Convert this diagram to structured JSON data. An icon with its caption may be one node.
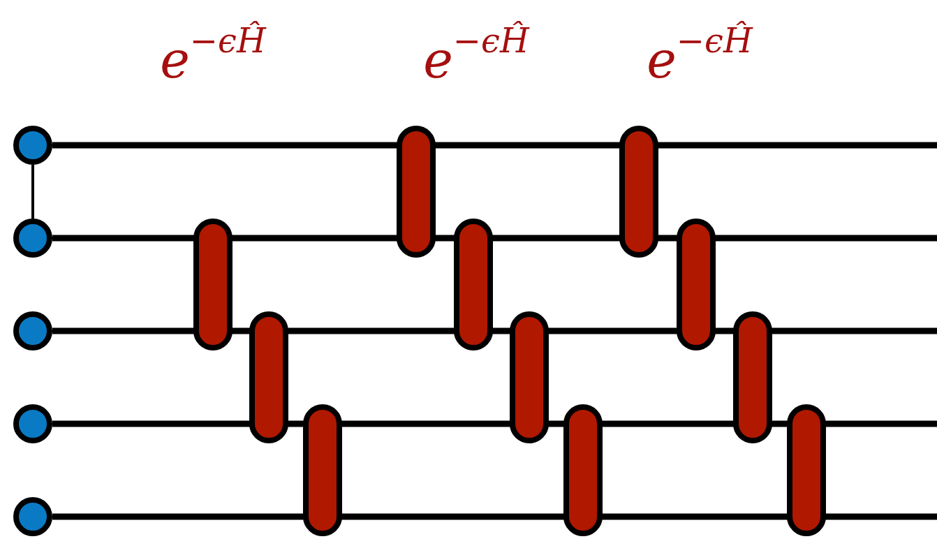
{
  "diagram": {
    "nodes": [
      {
        "text": [],
        "shape": "circle"
      },
      {
        "text": [],
        "shape": "circle"
      },
      {
        "text": [],
        "shape": "circle"
      },
      {
        "text": [],
        "shape": "circle"
      },
      {
        "text": [],
        "shape": "circle"
      },
      {
        "text": [],
        "shape": "bar"
      },
      {
        "text": [],
        "shape": "bar"
      },
      {
        "text": [],
        "shape": "bar"
      },
      {
        "text": [],
        "shape": "bar"
      },
      {
        "text": [],
        "shape": "bar"
      },
      {
        "text": [],
        "shape": "bar"
      },
      {
        "text": [],
        "shape": "bar"
      },
      {
        "text": [],
        "shape": "bar"
      },
      {
        "text": [],
        "shape": "bar"
      },
      {
        "text": [],
        "shape": "bar"
      },
      {
        "text": [],
        "shape": "bar"
      }
    ],
    "edges": [
      {
        "from": 0,
        "to": 1,
        "arrow": "none"
      },
      {
        "from": 0,
        "to": null,
        "arrow": "none"
      },
      {
        "from": 1,
        "to": null,
        "arrow": "none"
      },
      {
        "from": 2,
        "to": null,
        "arrow": "none"
      },
      {
        "from": 3,
        "to": null,
        "arrow": "none"
      },
      {
        "from": 4,
        "to": null,
        "arrow": "none"
      }
    ],
    "labels": [
      "e$^{−ϵĤ}$",
      "e$^{−ϵĤ}$",
      "e$^{−ϵĤ}$"
    ]
  }
}
